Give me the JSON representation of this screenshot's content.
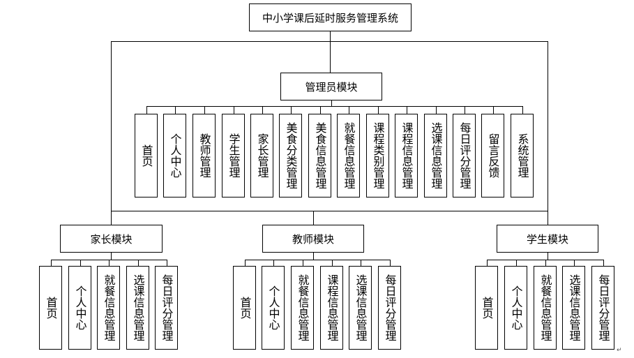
{
  "root": "中小学课后延时服务管理系统",
  "admin": {
    "title": "管理员模块",
    "items": [
      "首页",
      "个人中心",
      "教师管理",
      "学生管理",
      "家长管理",
      "美食分类管理",
      "美食信息管理",
      "就餐信息管理",
      "课程类别管理",
      "课程信息管理",
      "选课信息管理",
      "每日评分管理",
      "留言反馈",
      "系统管理"
    ]
  },
  "parent": {
    "title": "家长模块",
    "items": [
      "首页",
      "个人中心",
      "就餐信息管理",
      "选课信息管理",
      "每日评分管理"
    ]
  },
  "teacher": {
    "title": "教师模块",
    "items": [
      "首页",
      "个人中心",
      "就餐信息管理",
      "课程信息管理",
      "选课信息管理",
      "每日评分管理"
    ]
  },
  "student": {
    "title": "学生模块",
    "items": [
      "首页",
      "个人中心",
      "就餐信息管理",
      "选课信息管理",
      "每日评分管理"
    ]
  },
  "end_mark": "↵"
}
